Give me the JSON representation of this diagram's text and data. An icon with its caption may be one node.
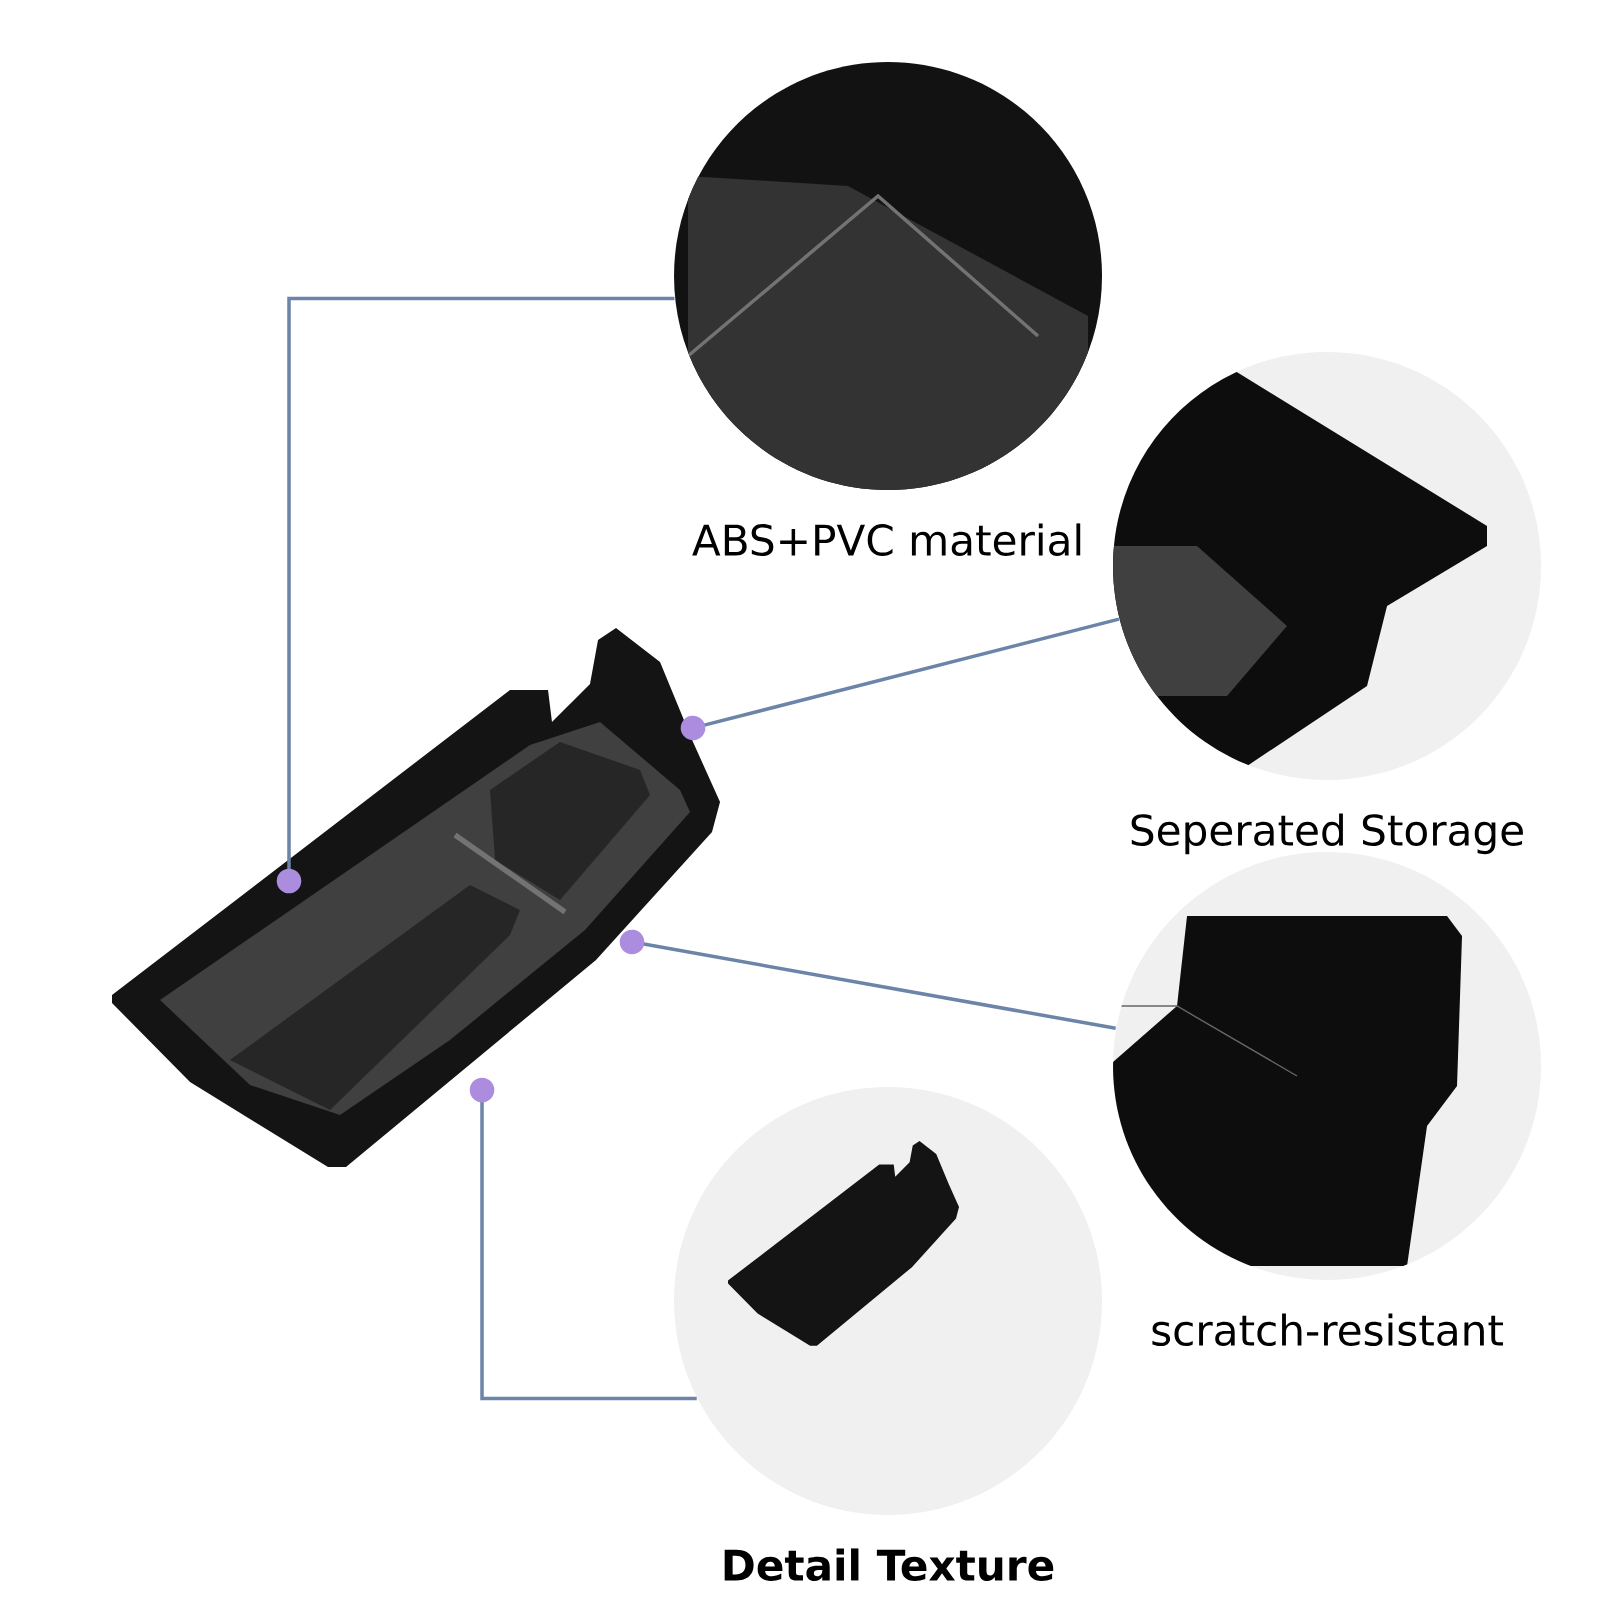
{
  "diagram": {
    "nodes": [
      {
        "text": [],
        "shape": "picture"
      },
      {
        "text": [
          "ABS+PVC material"
        ]
      },
      {
        "text": [
          "Seperated Storage"
        ]
      },
      {
        "text": [
          "scratch-resistant"
        ]
      },
      {
        "text": [
          "Detail Texture"
        ]
      }
    ],
    "edges": [
      {
        "from": 0,
        "to": 1,
        "arrow": "other"
      },
      {
        "from": 0,
        "to": 2,
        "arrow": "other"
      },
      {
        "from": 0,
        "to": 3,
        "arrow": "other"
      },
      {
        "from": 0,
        "to": 4,
        "arrow": "other"
      }
    ]
  }
}
